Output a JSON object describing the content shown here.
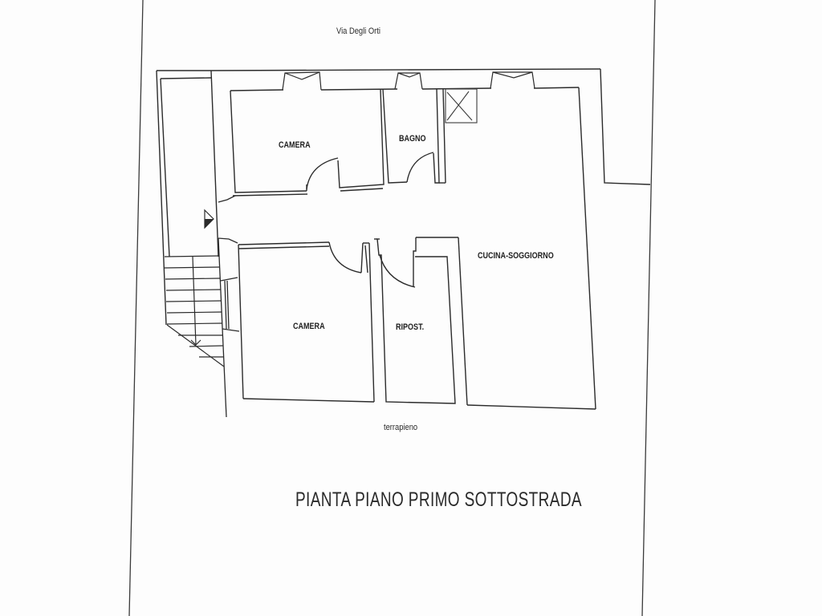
{
  "document": {
    "street_label": "Via Degli Orti",
    "bottom_label": "terrapieno",
    "title": "PIANTA PIANO PRIMO SOTTOSTRADA"
  },
  "rooms": [
    {
      "id": "camera-top",
      "label": "CAMERA"
    },
    {
      "id": "bagno",
      "label": "BAGNO"
    },
    {
      "id": "cucina-soggiorno",
      "label": "CUCINA-SOGGIORNO"
    },
    {
      "id": "camera-bottom",
      "label": "CAMERA"
    },
    {
      "id": "ripostiglio",
      "label": "RIPOST."
    }
  ],
  "symbols": {
    "entrance_arrow": "entrance-arrow-icon",
    "shaft": "ventilation-shaft-x-icon",
    "stairs": "staircase-icon",
    "windows": 3
  },
  "colors": {
    "line": "#2b2b2b",
    "paper": "#fdfdfd"
  }
}
